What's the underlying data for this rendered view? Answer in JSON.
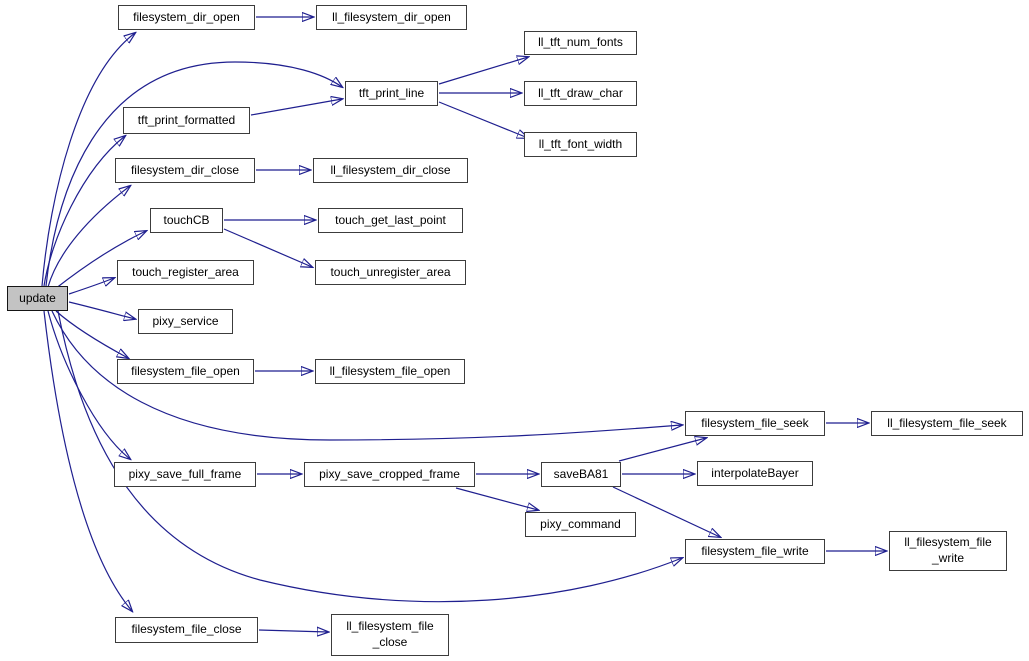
{
  "diagram": {
    "type": "doxygen-call-graph",
    "root": "update",
    "colors": {
      "background": "#ffffff",
      "edge": "#1f1f8f",
      "node_fill": "#ffffff",
      "node_border": "#3c3c3c",
      "root_node_fill": "#c3c3c3",
      "text": "#000000"
    },
    "nodes": [
      {
        "id": "update",
        "label": "update"
      },
      {
        "id": "filesystem_dir_open",
        "label": "filesystem_dir_open"
      },
      {
        "id": "ll_filesystem_dir_open",
        "label": "ll_filesystem_dir_open"
      },
      {
        "id": "ll_tft_num_fonts",
        "label": "ll_tft_num_fonts"
      },
      {
        "id": "tft_print_line",
        "label": "tft_print_line"
      },
      {
        "id": "ll_tft_draw_char",
        "label": "ll_tft_draw_char"
      },
      {
        "id": "tft_print_formatted",
        "label": "tft_print_formatted"
      },
      {
        "id": "ll_tft_font_width",
        "label": "ll_tft_font_width"
      },
      {
        "id": "filesystem_dir_close",
        "label": "filesystem_dir_close"
      },
      {
        "id": "ll_filesystem_dir_close",
        "label": "ll_filesystem_dir_close"
      },
      {
        "id": "touchCB",
        "label": "touchCB"
      },
      {
        "id": "touch_get_last_point",
        "label": "touch_get_last_point"
      },
      {
        "id": "touch_register_area",
        "label": "touch_register_area"
      },
      {
        "id": "touch_unregister_area",
        "label": "touch_unregister_area"
      },
      {
        "id": "pixy_service",
        "label": "pixy_service"
      },
      {
        "id": "filesystem_file_open",
        "label": "filesystem_file_open"
      },
      {
        "id": "ll_filesystem_file_open",
        "label": "ll_filesystem_file_open"
      },
      {
        "id": "filesystem_file_seek",
        "label": "filesystem_file_seek"
      },
      {
        "id": "ll_filesystem_file_seek",
        "label": "ll_filesystem_file_seek"
      },
      {
        "id": "pixy_save_full_frame",
        "label": "pixy_save_full_frame"
      },
      {
        "id": "pixy_save_cropped_frame",
        "label": "pixy_save_cropped_frame"
      },
      {
        "id": "saveBA81",
        "label": "saveBA81"
      },
      {
        "id": "interpolateBayer",
        "label": "interpolateBayer"
      },
      {
        "id": "pixy_command",
        "label": "pixy_command"
      },
      {
        "id": "filesystem_file_write",
        "label": "filesystem_file_write"
      },
      {
        "id": "ll_filesystem_file_write",
        "label": "ll_filesystem_file\n_write"
      },
      {
        "id": "filesystem_file_close",
        "label": "filesystem_file_close"
      },
      {
        "id": "ll_filesystem_file_close",
        "label": "ll_filesystem_file\n_close"
      }
    ],
    "edges": [
      {
        "from": "update",
        "to": "filesystem_dir_open"
      },
      {
        "from": "update",
        "to": "tft_print_line"
      },
      {
        "from": "update",
        "to": "tft_print_formatted"
      },
      {
        "from": "update",
        "to": "filesystem_dir_close"
      },
      {
        "from": "update",
        "to": "touchCB"
      },
      {
        "from": "update",
        "to": "touch_register_area"
      },
      {
        "from": "update",
        "to": "pixy_service"
      },
      {
        "from": "update",
        "to": "filesystem_file_open"
      },
      {
        "from": "update",
        "to": "filesystem_file_seek"
      },
      {
        "from": "update",
        "to": "pixy_save_full_frame"
      },
      {
        "from": "update",
        "to": "filesystem_file_write"
      },
      {
        "from": "update",
        "to": "filesystem_file_close"
      },
      {
        "from": "filesystem_dir_open",
        "to": "ll_filesystem_dir_open"
      },
      {
        "from": "tft_print_formatted",
        "to": "tft_print_line"
      },
      {
        "from": "tft_print_line",
        "to": "ll_tft_num_fonts"
      },
      {
        "from": "tft_print_line",
        "to": "ll_tft_draw_char"
      },
      {
        "from": "tft_print_line",
        "to": "ll_tft_font_width"
      },
      {
        "from": "filesystem_dir_close",
        "to": "ll_filesystem_dir_close"
      },
      {
        "from": "touchCB",
        "to": "touch_get_last_point"
      },
      {
        "from": "touchCB",
        "to": "touch_unregister_area"
      },
      {
        "from": "filesystem_file_open",
        "to": "ll_filesystem_file_open"
      },
      {
        "from": "filesystem_file_seek",
        "to": "ll_filesystem_file_seek"
      },
      {
        "from": "pixy_save_full_frame",
        "to": "pixy_save_cropped_frame"
      },
      {
        "from": "pixy_save_cropped_frame",
        "to": "saveBA81"
      },
      {
        "from": "pixy_save_cropped_frame",
        "to": "pixy_command"
      },
      {
        "from": "saveBA81",
        "to": "filesystem_file_seek"
      },
      {
        "from": "saveBA81",
        "to": "interpolateBayer"
      },
      {
        "from": "saveBA81",
        "to": "filesystem_file_write"
      },
      {
        "from": "filesystem_file_write",
        "to": "ll_filesystem_file_write"
      },
      {
        "from": "filesystem_file_close",
        "to": "ll_filesystem_file_close"
      }
    ]
  }
}
